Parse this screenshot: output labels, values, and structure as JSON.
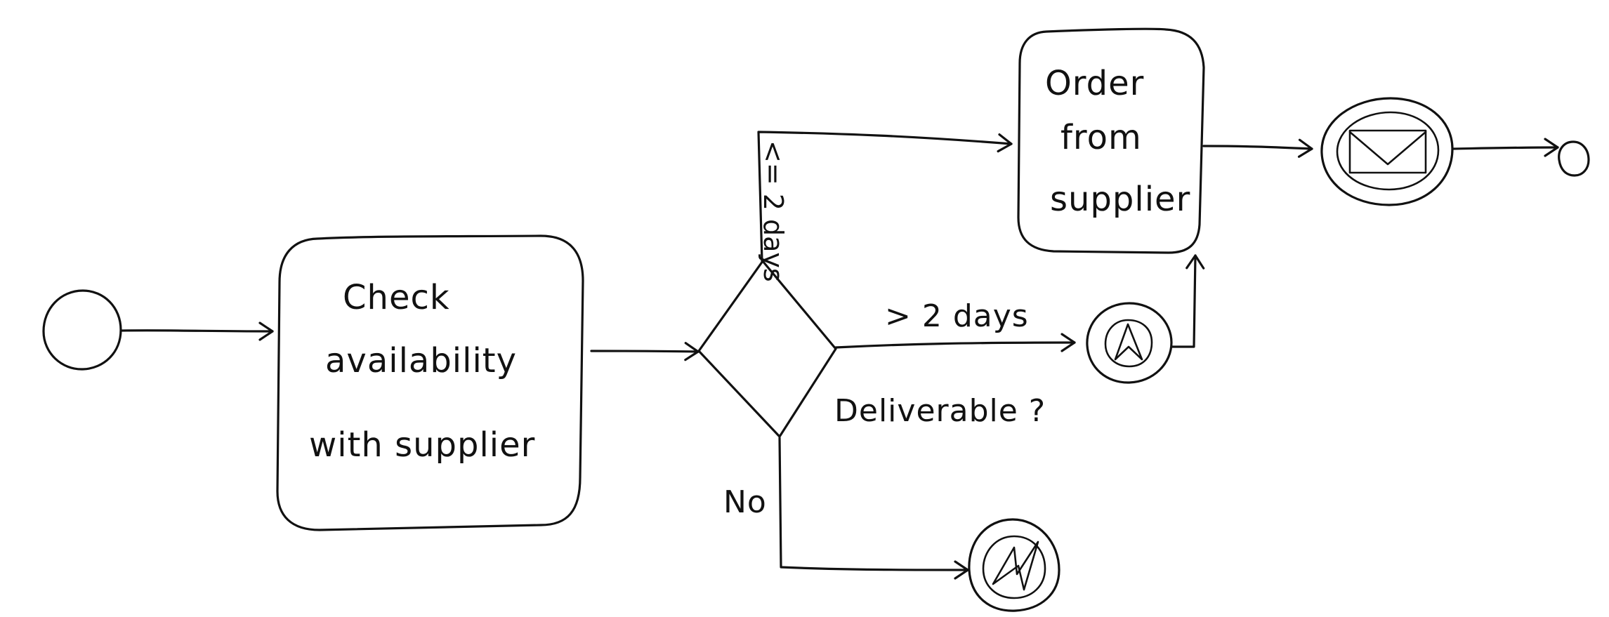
{
  "diagram": {
    "tasks": {
      "check_availability": {
        "line1": "Check",
        "line2": "availability",
        "line3": "with supplier"
      },
      "order_from_supplier": {
        "line1": "Order",
        "line2": "from",
        "line3": "supplier"
      }
    },
    "gateway": {
      "label": "Deliverable ?"
    },
    "flows": {
      "le_2_days": "<= 2 days",
      "gt_2_days": "> 2 days",
      "no": "No"
    },
    "events": {
      "start": "start-event",
      "timer": "intermediate-escalation-event",
      "message": "intermediate-message-event",
      "end": "end-event",
      "error": "error-end-event"
    }
  }
}
